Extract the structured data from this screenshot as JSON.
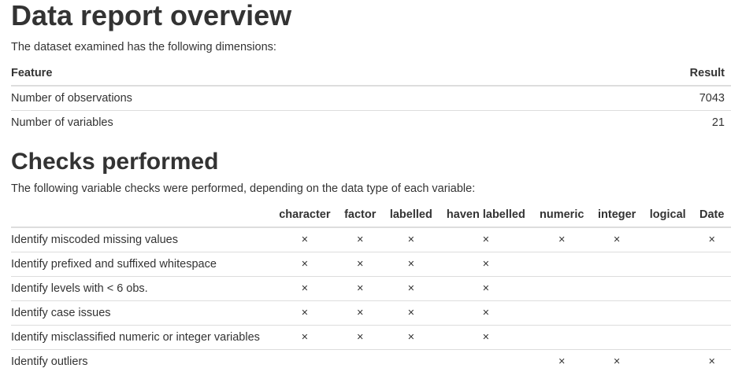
{
  "page": {
    "title": "Data report overview",
    "intro": "The dataset examined has the following dimensions:",
    "checks_section_title": "Checks performed",
    "checks_intro": "The following variable checks were performed, depending on the data type of each variable:"
  },
  "dimensions_table": {
    "headers": {
      "feature": "Feature",
      "result": "Result"
    },
    "rows": [
      {
        "feature": "Number of observations",
        "result": "7043"
      },
      {
        "feature": "Number of variables",
        "result": "21"
      }
    ]
  },
  "checks_table": {
    "check_mark": "×",
    "type_headers": [
      "character",
      "factor",
      "labelled",
      "haven labelled",
      "numeric",
      "integer",
      "logical",
      "Date"
    ],
    "rows": [
      {
        "label": "Identify miscoded missing values",
        "marks": [
          true,
          true,
          true,
          true,
          true,
          true,
          false,
          true
        ]
      },
      {
        "label": "Identify prefixed and suffixed whitespace",
        "marks": [
          true,
          true,
          true,
          true,
          false,
          false,
          false,
          false
        ]
      },
      {
        "label": "Identify levels with < 6 obs.",
        "marks": [
          true,
          true,
          true,
          true,
          false,
          false,
          false,
          false
        ]
      },
      {
        "label": "Identify case issues",
        "marks": [
          true,
          true,
          true,
          true,
          false,
          false,
          false,
          false
        ]
      },
      {
        "label": "Identify misclassified numeric or integer variables",
        "marks": [
          true,
          true,
          true,
          true,
          false,
          false,
          false,
          false
        ]
      },
      {
        "label": "Identify outliers",
        "marks": [
          false,
          false,
          false,
          false,
          true,
          true,
          false,
          true
        ]
      }
    ]
  },
  "colors": {
    "text": "#333333",
    "border": "#dddddd",
    "background": "#ffffff"
  }
}
